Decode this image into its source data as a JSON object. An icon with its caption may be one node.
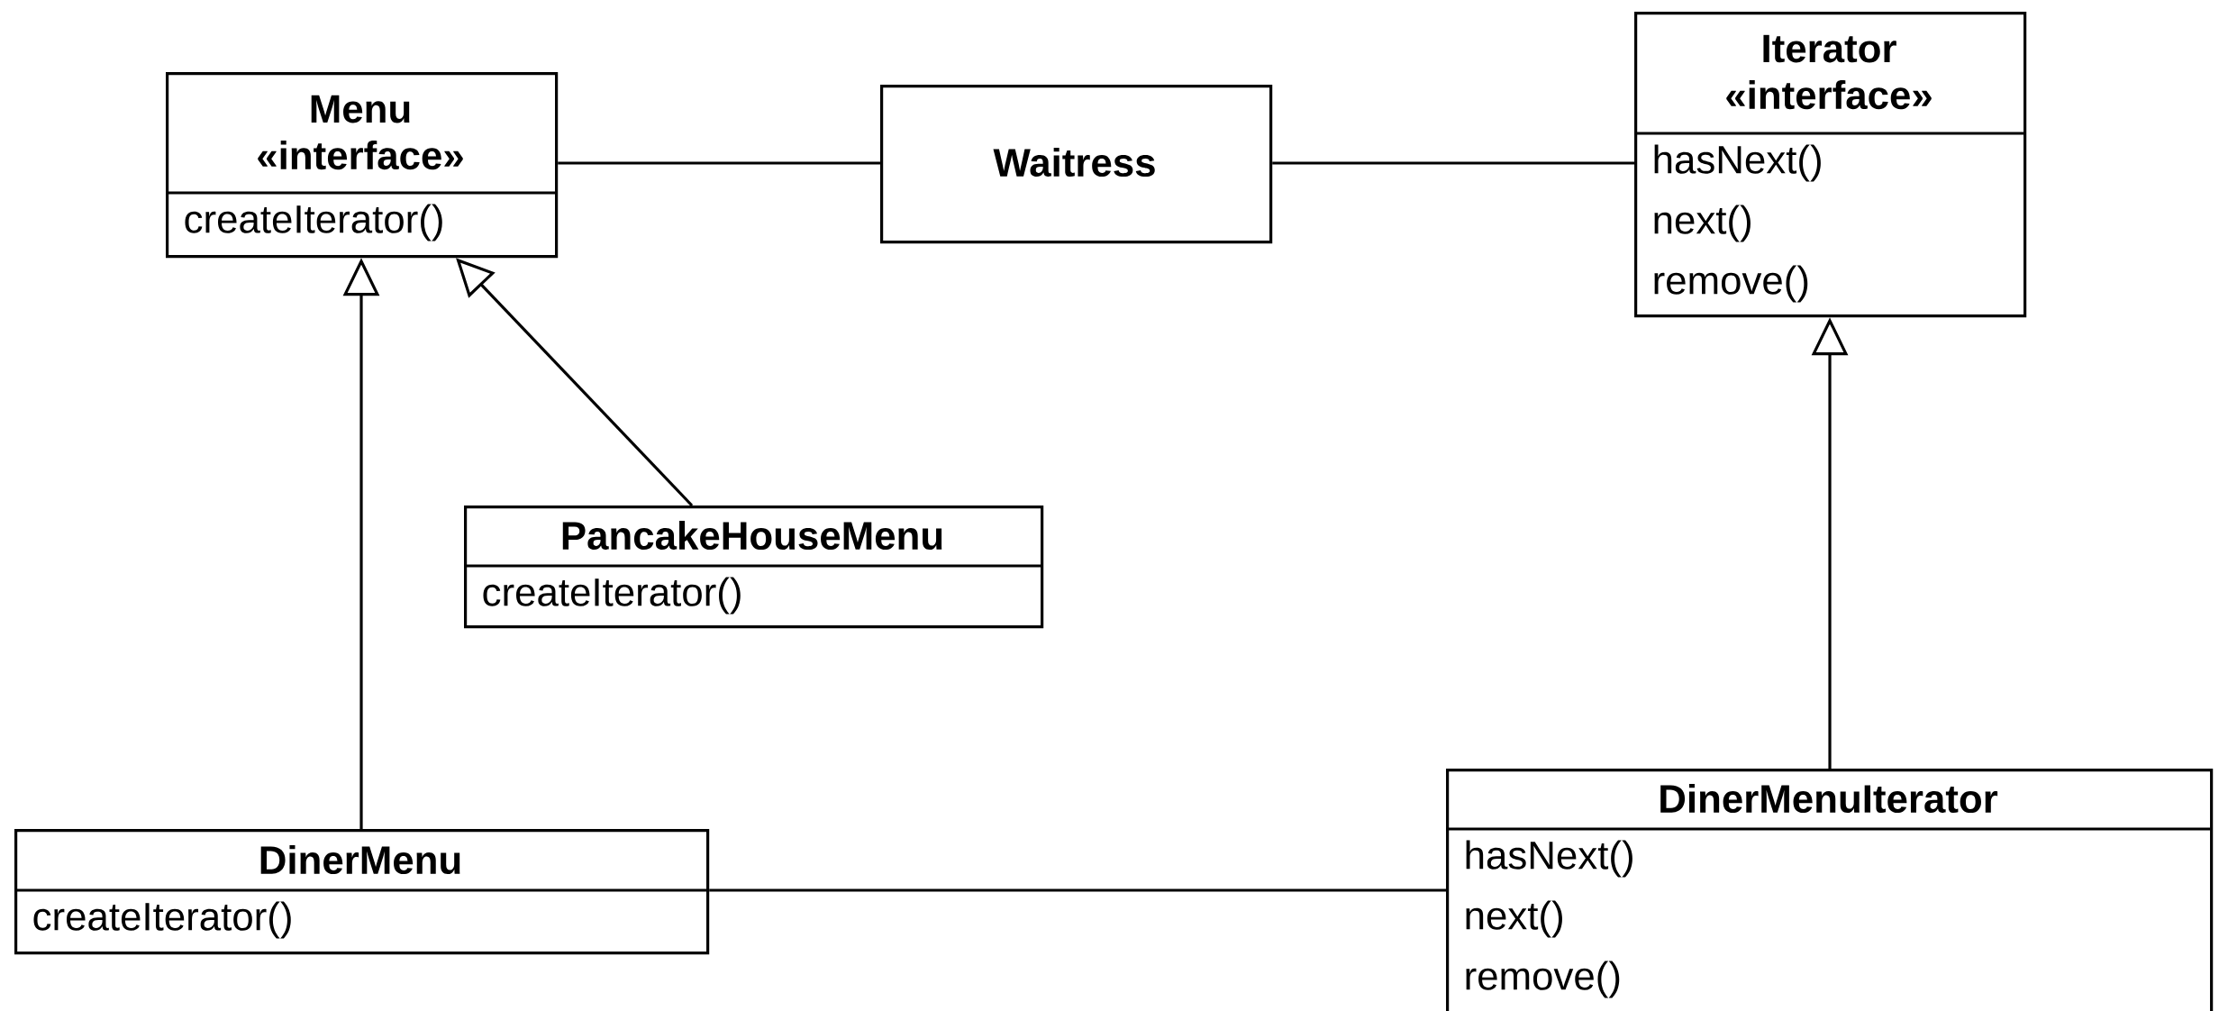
{
  "diagram": {
    "nodes": [
      {
        "text": [
          "Menu «interface»",
          "createIterator()"
        ]
      },
      {
        "text": [
          "Waitress"
        ]
      },
      {
        "text": [
          "Iterator «interface»",
          "hasNext()",
          "next()",
          "remove()"
        ]
      },
      {
        "text": [
          "PancakeHouseMenu",
          "createIterator()"
        ]
      },
      {
        "text": [
          "DinerMenu",
          "createIterator()"
        ]
      },
      {
        "text": [
          "DinerMenuIterator",
          "hasNext()",
          "next()",
          "remove()"
        ]
      }
    ],
    "edges": [
      {
        "from": 0,
        "to": 1,
        "arrow": "none"
      },
      {
        "from": 1,
        "to": 2,
        "arrow": "none"
      },
      {
        "from": 3,
        "to": 0,
        "arrow": "to"
      },
      {
        "from": 4,
        "to": 0,
        "arrow": "to"
      },
      {
        "from": 5,
        "to": 2,
        "arrow": "to"
      },
      {
        "from": 4,
        "to": 5,
        "arrow": "none"
      }
    ]
  }
}
